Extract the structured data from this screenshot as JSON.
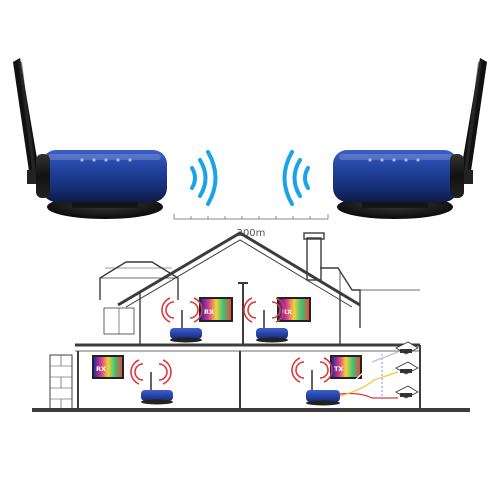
{
  "distance_label": "200m",
  "tv_labels": {
    "rx": "RX",
    "tx": "TX"
  },
  "colors": {
    "device_blue": "#1f3f9a",
    "device_dark": "#0d1b4a",
    "signal_blue": "#1aa3e8",
    "signal_red": "#d9393e",
    "house_line": "#3c3c3c",
    "background": "#ffffff"
  }
}
